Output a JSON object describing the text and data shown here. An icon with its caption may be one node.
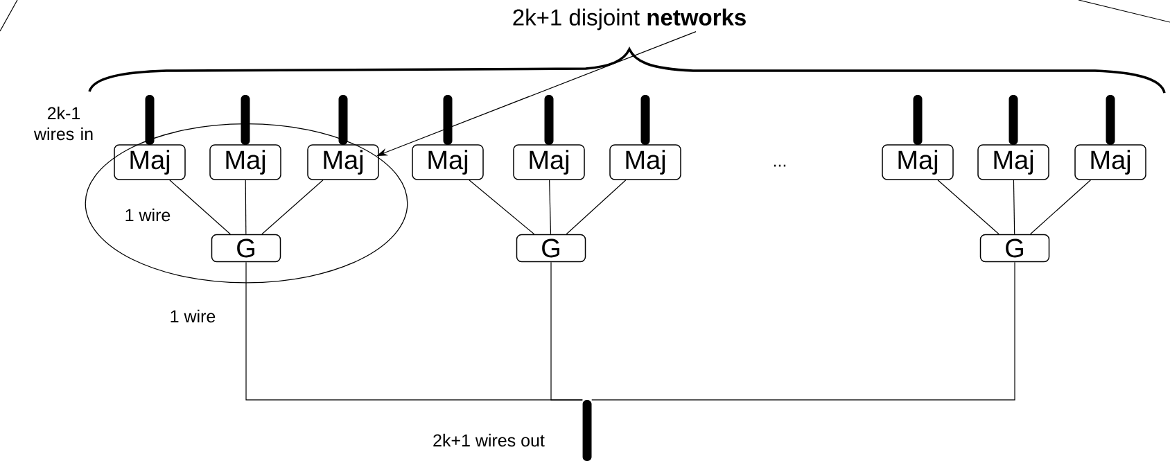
{
  "diagram": {
    "nodes": [
      {
        "text": [
          "2k+1 disjoint **networks**"
        ]
      },
      {
        "text": [],
        "shape": "ellipse"
      },
      {
        "text": [
          "Maj"
        ],
        "in": 1
      },
      {
        "text": [
          "Maj"
        ],
        "in": 1
      },
      {
        "text": [
          "Maj"
        ],
        "in": 1
      },
      {
        "text": [
          "Maj"
        ]
      },
      {
        "text": [
          "Maj"
        ]
      },
      {
        "text": [
          "Maj"
        ]
      },
      {
        "text": [
          "Maj"
        ]
      },
      {
        "text": [
          "Maj"
        ]
      },
      {
        "text": [
          "Maj"
        ]
      },
      {
        "text": [
          "G"
        ],
        "in": 1
      },
      {
        "text": [
          "G"
        ]
      },
      {
        "text": [
          "G"
        ]
      },
      {
        "text": [],
        "shape": "bar"
      },
      {
        "text": [],
        "shape": "bar"
      },
      {
        "text": [],
        "shape": "bar"
      },
      {
        "text": [],
        "shape": "bar"
      },
      {
        "text": [],
        "shape": "bar"
      },
      {
        "text": [],
        "shape": "bar"
      },
      {
        "text": [],
        "shape": "bar"
      },
      {
        "text": [],
        "shape": "bar"
      },
      {
        "text": [],
        "shape": "bar"
      },
      {
        "text": [],
        "shape": "bar"
      }
    ],
    "edges": [
      {
        "from": 0,
        "to": 1,
        "arrow": "to"
      },
      {
        "from": 2,
        "to": 11,
        "arrow": "none"
      },
      {
        "from": 3,
        "to": 11,
        "arrow": "none"
      },
      {
        "from": 4,
        "to": 11,
        "arrow": "none"
      },
      {
        "from": 5,
        "to": 12,
        "arrow": "none"
      },
      {
        "from": 6,
        "to": 12,
        "arrow": "none"
      },
      {
        "from": 7,
        "to": 12,
        "arrow": "none"
      },
      {
        "from": 8,
        "to": 13,
        "arrow": "none"
      },
      {
        "from": 9,
        "to": 13,
        "arrow": "none"
      },
      {
        "from": 10,
        "to": 13,
        "arrow": "none"
      },
      {
        "from": 11,
        "to": 14,
        "arrow": "none"
      },
      {
        "from": 12,
        "to": 14,
        "arrow": "none"
      },
      {
        "from": 13,
        "to": 14,
        "arrow": "none"
      }
    ],
    "labels": [
      "2k-1 wires in",
      "...",
      "1 wire",
      "1 wire",
      "2k+1 wires out"
    ]
  }
}
